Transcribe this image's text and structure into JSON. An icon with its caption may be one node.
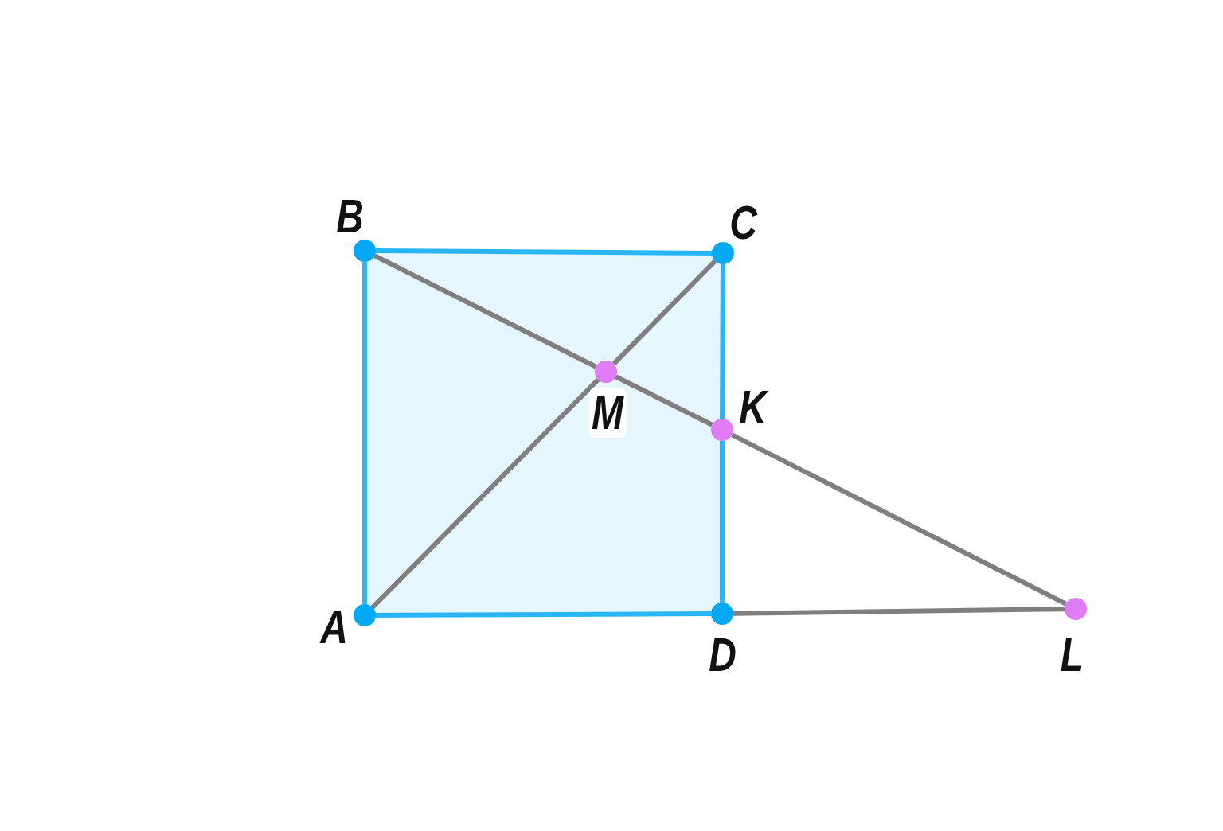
{
  "diagram": {
    "nodes": [
      {
        "text": [
          "A"
        ]
      },
      {
        "text": [
          "B"
        ]
      },
      {
        "text": [
          "C"
        ]
      },
      {
        "text": [
          "D"
        ]
      },
      {
        "text": [
          "M"
        ]
      },
      {
        "text": [
          "K"
        ]
      },
      {
        "text": [
          "L"
        ]
      }
    ],
    "edges": [
      {
        "from": 0,
        "to": 1,
        "arrow": "none",
        "color": "#29b6f6"
      },
      {
        "from": 1,
        "to": 2,
        "arrow": "none",
        "color": "#29b6f6"
      },
      {
        "from": 2,
        "to": 5,
        "arrow": "none",
        "color": "#29b6f6"
      },
      {
        "from": 5,
        "to": 3,
        "arrow": "none",
        "color": "#29b6f6"
      },
      {
        "from": 3,
        "to": 0,
        "arrow": "none",
        "color": "#29b6f6"
      },
      {
        "from": 0,
        "to": 4,
        "arrow": "none"
      },
      {
        "from": 4,
        "to": 2,
        "arrow": "none"
      },
      {
        "from": 1,
        "to": 4,
        "arrow": "none"
      },
      {
        "from": 4,
        "to": 5,
        "arrow": "none"
      },
      {
        "from": 5,
        "to": 6,
        "arrow": "none"
      },
      {
        "from": 3,
        "to": 6,
        "arrow": "none"
      }
    ]
  }
}
